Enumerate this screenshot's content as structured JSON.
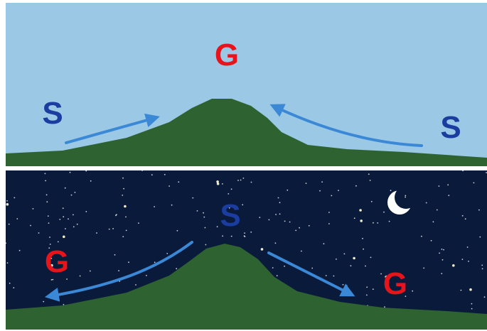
{
  "colors": {
    "sky_day": "#9bc8e5",
    "sky_night": "#0a1a3a",
    "hill": "#2e6331",
    "arrow": "#3a88d6",
    "red": "#e8141b",
    "blue": "#1b3da0",
    "moon": "#ffffff",
    "star": "#ffffff"
  },
  "day": {
    "top_label": "G",
    "left_label": "S",
    "right_label": "S"
  },
  "night": {
    "top_label": "S",
    "left_label": "G",
    "right_label": "G"
  },
  "icons": [
    "moon-icon",
    "arrow-icon"
  ]
}
